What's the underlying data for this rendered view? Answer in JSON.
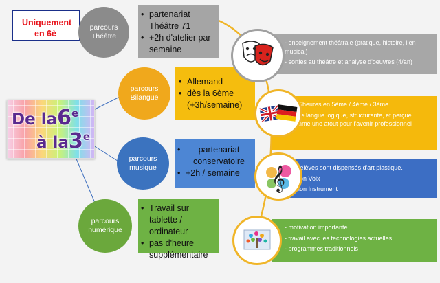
{
  "colors": {
    "grey": "#a5a5a5",
    "orange": "#f5bd0e",
    "blue": "#4d86d4",
    "green": "#6eb244",
    "red_text": "#e8141c",
    "purple": "#5a2a8f"
  },
  "badge": {
    "line1": "Uniquement",
    "line2": "en 6è"
  },
  "center": {
    "word1": "De la",
    "sup1": "6",
    "e1": "e",
    "word2": "à la",
    "sup2": "3",
    "e2": "e"
  },
  "tracks": {
    "theatre": {
      "label1": "parcours",
      "label2": "Théâtre",
      "points": [
        "partenariat Théâtre 71",
        "+2h d'atelier par semaine"
      ]
    },
    "bilingue": {
      "label1": "parcours",
      "label2": "Bilangue",
      "points": [
        "Allemand",
        "dès la 6ème (+3h/semaine)"
      ]
    },
    "musique": {
      "label1": "parcours",
      "label2": "musique",
      "points": [
        "partenariat conservatoire",
        "+2h / semaine"
      ]
    },
    "numerique": {
      "label1": "parcours",
      "label2": "numérique",
      "points": [
        "Travail sur tablette / ordinateur",
        "pas d'heure supplémentaire"
      ]
    }
  },
  "details": {
    "theatre": [
      "- enseignement théâtrale (pratique, histoire, lien musical)",
      "- sorties au théâtre et analyse d'oeuvres (4/an)"
    ],
    "bilingue": [
      "- 2,5heures en 5ème / 4ème / 3ème",
      "- une langue logique, structurante, et perçue comme une atout pour l'avenir professionnel"
    ],
    "musique": [
      "- Les élèves sont dispensés d'art plastique.",
      "- Option Voix",
      "- Option Instrument"
    ],
    "numerique": [
      "- motivation importante",
      "- travail avec les technologies actuelles",
      "- programmes traditionnels"
    ]
  },
  "icons": [
    "theatre-masks-icon",
    "uk-germany-flags-icon",
    "music-treble-clef-icon",
    "digital-tree-icon"
  ]
}
